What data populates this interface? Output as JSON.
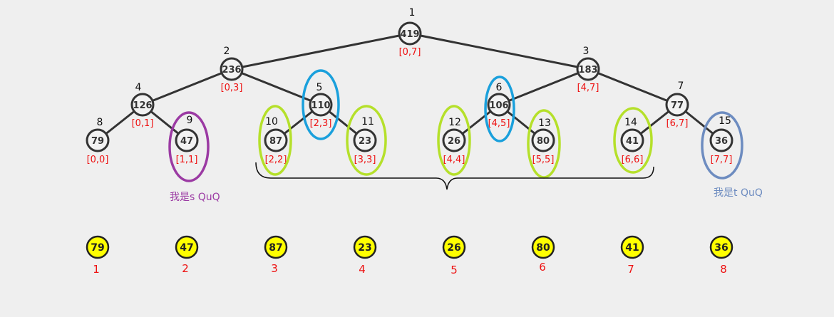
{
  "colors": {
    "highlight_green": "#b5e02a",
    "highlight_blue": "#1aa0dc",
    "highlight_purple": "#9b3aa3",
    "highlight_steel": "#6d8cc0",
    "range_text": "#ee1111",
    "leaf_fill": "#ffff00"
  },
  "tree": {
    "nodes": [
      {
        "index": "1",
        "value": "419",
        "range": "[0,7]"
      },
      {
        "index": "2",
        "value": "236",
        "range": "[0,3]"
      },
      {
        "index": "3",
        "value": "183",
        "range": "[4,7]"
      },
      {
        "index": "4",
        "value": "126",
        "range": "[0,1]"
      },
      {
        "index": "5",
        "value": "110",
        "range": "[2,3]"
      },
      {
        "index": "6",
        "value": "106",
        "range": "[4,5]"
      },
      {
        "index": "7",
        "value": "77",
        "range": "[6,7]"
      },
      {
        "index": "8",
        "value": "79",
        "range": "[0,0]"
      },
      {
        "index": "9",
        "value": "47",
        "range": "[1,1]"
      },
      {
        "index": "10",
        "value": "87",
        "range": "[2,2]"
      },
      {
        "index": "11",
        "value": "23",
        "range": "[3,3]"
      },
      {
        "index": "12",
        "value": "26",
        "range": "[4,4]"
      },
      {
        "index": "13",
        "value": "80",
        "range": "[5,5]"
      },
      {
        "index": "14",
        "value": "41",
        "range": "[6,6]"
      },
      {
        "index": "15",
        "value": "36",
        "range": "[7,7]"
      }
    ]
  },
  "array": {
    "values": [
      "79",
      "47",
      "87",
      "23",
      "26",
      "80",
      "41",
      "36"
    ],
    "positions": [
      "1",
      "2",
      "3",
      "4",
      "5",
      "6",
      "7",
      "8"
    ]
  },
  "notes": {
    "s_label": "我是s QuQ",
    "t_label": "我是t QuQ"
  }
}
